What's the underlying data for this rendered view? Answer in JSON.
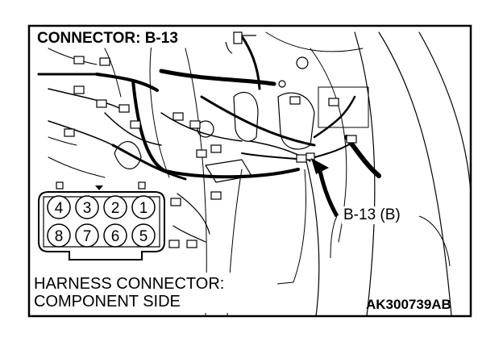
{
  "title": "CONNECTOR: B-13",
  "callout": "B-13 (B)",
  "caption": {
    "line1": "HARNESS CONNECTOR:",
    "line2": "COMPONENT SIDE"
  },
  "figure_code": "AK300739AB",
  "connector": {
    "top_row": [
      "4",
      "3",
      "2",
      "1"
    ],
    "bottom_row": [
      "8",
      "7",
      "6",
      "5"
    ]
  }
}
